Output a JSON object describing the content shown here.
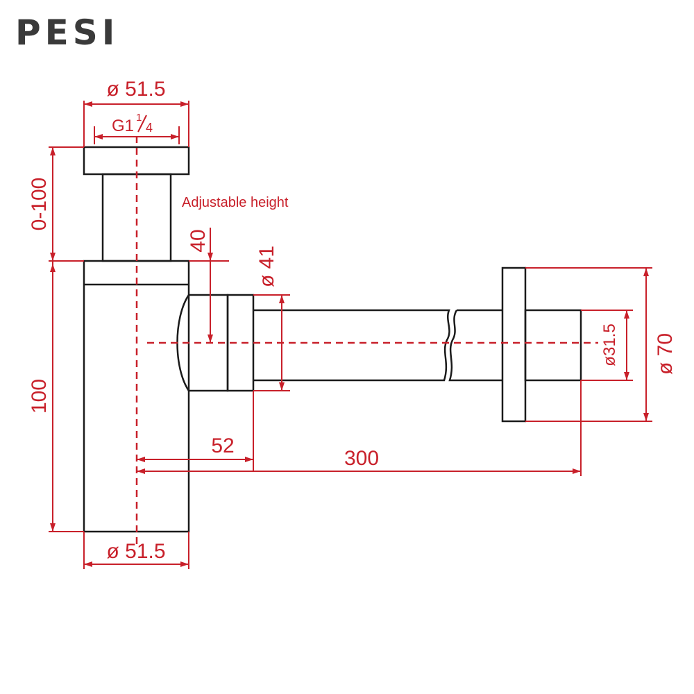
{
  "brand": {
    "logo_text": "PESI",
    "logo_color": "#3a3a3a"
  },
  "colors": {
    "outline": "#1a1a1a",
    "dimension": "#c8202a"
  },
  "annotations": {
    "adjustable_height": "Adjustable height"
  },
  "dimensions": {
    "top_diameter": "ø 51.5",
    "thread": "G1",
    "thread_fraction_num": "1",
    "thread_fraction_den": "4",
    "height_range": "0-100",
    "body_height": "100",
    "bottom_diameter": "ø 51.5",
    "offset_40": "40",
    "outlet_diameter": "ø 41",
    "offset_52": "52",
    "length_300": "300",
    "pipe_diameter": "ø31.5",
    "flange_diameter": "ø 70"
  }
}
